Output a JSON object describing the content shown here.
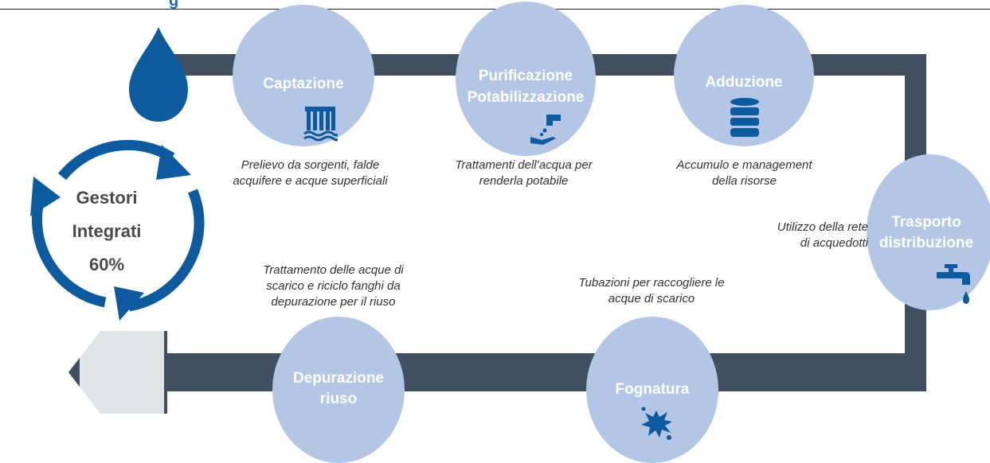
{
  "title_fragment": "g",
  "colors": {
    "flow_arrow": "#414f61",
    "stage_circle": "#b4c6e6",
    "accent_blue": "#1a68b5",
    "cycle_blue": "#0e5a9e",
    "text": "#333333"
  },
  "center": {
    "line1": "Gestori",
    "line2": "Integrati",
    "percent": "60%"
  },
  "stages": [
    {
      "title_lines": [
        "Captazione"
      ],
      "icon": "waterfall-icon",
      "description_lines": [
        "Prelievo da sorgenti, falde",
        "acquifere e acque superficiali"
      ]
    },
    {
      "title_lines": [
        "Purificazione",
        "Potabilizzazione"
      ],
      "icon": "tap-hand-icon",
      "description_lines": [
        "Trattamenti dell’acqua per",
        "renderla potabile"
      ]
    },
    {
      "title_lines": [
        "Adduzione"
      ],
      "icon": "storage-tank-icon",
      "description_lines": [
        "Accumulo e management",
        "della risorse"
      ]
    },
    {
      "title_lines": [
        "Trasporto",
        "distribuzione"
      ],
      "icon": "faucet-icon",
      "description_lines": [
        "Utilizzo della rete",
        "di acquedotti"
      ]
    },
    {
      "title_lines": [
        "Fognatura"
      ],
      "icon": "splash-icon",
      "description_lines": [
        "Tubazioni per raccogliere le",
        "acque di scarico"
      ]
    },
    {
      "title_lines": [
        "Depurazione",
        "riuso"
      ],
      "icon": "",
      "description_lines": [
        "Trattamento delle acque di",
        "scarico e riciclo fanghi da",
        "depurazione per il riuso"
      ]
    }
  ]
}
